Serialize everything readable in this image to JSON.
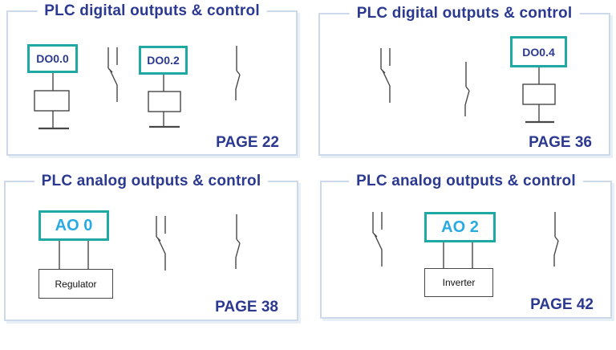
{
  "colors": {
    "title_navy": "#2b3990",
    "output_box_teal": "#1fa9a3",
    "analog_label_cyan": "#29abe2",
    "wire_gray": "#474747",
    "panel_border_blue": "#cdd9ea"
  },
  "panels": [
    {
      "title": "PLC digital outputs & control",
      "page": "PAGE 22",
      "outputs": [
        "DO0.0",
        "DO0.2"
      ]
    },
    {
      "title": "PLC digital outputs & control",
      "page": "PAGE 36",
      "outputs": [
        "DO0.4"
      ]
    },
    {
      "title": "PLC analog outputs & control",
      "page": "PAGE 38",
      "outputs": [
        "AO 0"
      ],
      "device": "Regulator"
    },
    {
      "title": "PLC analog outputs & control",
      "page": "PAGE 42",
      "outputs": [
        "AO 2"
      ],
      "device": "Inverter"
    }
  ]
}
